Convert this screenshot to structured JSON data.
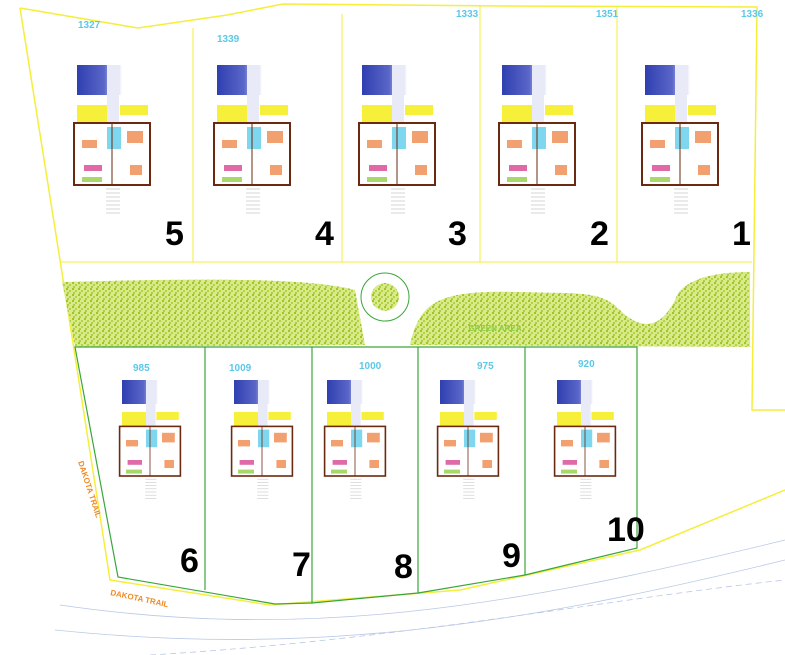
{
  "title": "Site plan - 10 villa plots",
  "green_area_label": "GREEN AREA",
  "road_labels": [
    "DAKOTA TRAIL",
    "DAKOTA TRAIL"
  ],
  "colors": {
    "boundary": "#f5ee3a",
    "plot_line": "#3aa63a",
    "green": "#b5d334",
    "area_text": "#5bc8e8",
    "road_text": "#f08a24",
    "pool": "#3a46b8"
  },
  "plots": [
    {
      "number": "1",
      "area": "1336"
    },
    {
      "number": "2",
      "area": "1351"
    },
    {
      "number": "3",
      "area": "1333"
    },
    {
      "number": "4",
      "area": "1339"
    },
    {
      "number": "5",
      "area": "1327"
    },
    {
      "number": "6",
      "area": "985"
    },
    {
      "number": "7",
      "area": "1009"
    },
    {
      "number": "8",
      "area": "1000"
    },
    {
      "number": "9",
      "area": "975"
    },
    {
      "number": "10",
      "area": "920"
    }
  ]
}
